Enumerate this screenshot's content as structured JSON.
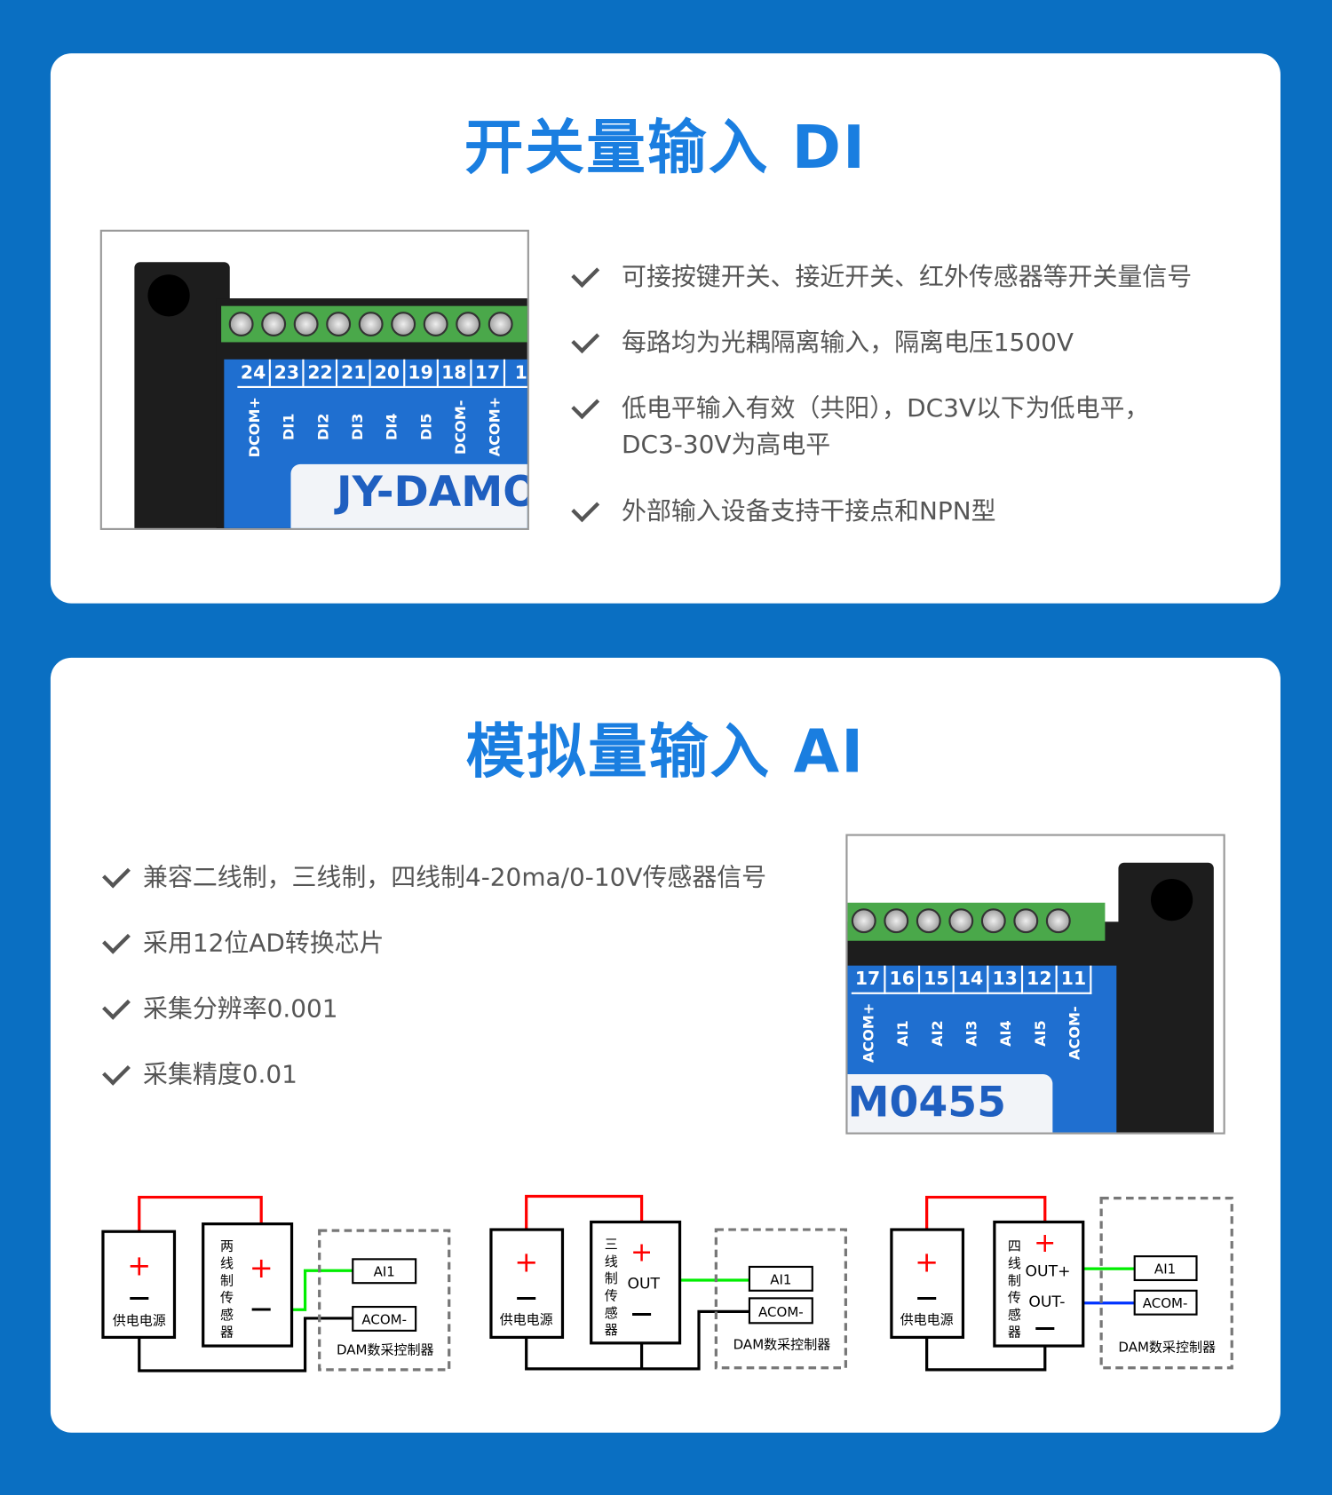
{
  "di": {
    "title": "开关量输入 DI",
    "bullets": [
      "可接按键开关、接近开关、红外传感器等开关量信号",
      "每路均为光耦隔离输入，隔离电压1500V",
      "低电平输入有效（共阳），DC3V以下为低电平，\nDC3-30V为高电平",
      "外部输入设备支持干接点和NPN型"
    ],
    "photo": {
      "terminals": [
        "24",
        "23",
        "22",
        "21",
        "20",
        "19",
        "18",
        "17",
        "1"
      ],
      "pins": [
        "DCOM+",
        "DI1",
        "DI2",
        "DI3",
        "DI4",
        "DI5",
        "DCOM-",
        "ACOM+"
      ],
      "model": "JY-DAMO"
    }
  },
  "ai": {
    "title": "模拟量输入 AI",
    "bullets": [
      "兼容二线制，三线制，四线制4-20ma/0-10V传感器信号",
      "采用12位AD转换芯片",
      "采集分辨率0.001",
      "采集精度0.01"
    ],
    "photo": {
      "terminals": [
        "17",
        "16",
        "15",
        "14",
        "13",
        "12",
        "11"
      ],
      "pins": [
        "ACOM+",
        "AI1",
        "AI2",
        "AI3",
        "AI4",
        "AI5",
        "ACOM-"
      ],
      "model": "M0455"
    },
    "diagrams": {
      "power": "供电电源",
      "plus": "+",
      "minus": "—",
      "ai1": "AI1",
      "acom": "ACOM-",
      "controller": "DAM数采控制器",
      "s2": [
        "两",
        "线",
        "制",
        "传",
        "感",
        "器"
      ],
      "s3": [
        "三",
        "线",
        "制",
        "传",
        "感",
        "器"
      ],
      "s4": [
        "四",
        "线",
        "制",
        "传",
        "感",
        "器"
      ],
      "out": "OUT",
      "outp": "OUT+",
      "outm": "OUT-"
    }
  },
  "colors": {
    "background": "#0a6fc2",
    "title": "#1a7ee0",
    "wire_red": "#ff0000",
    "wire_green": "#00e000",
    "wire_blue": "#0033ff"
  }
}
